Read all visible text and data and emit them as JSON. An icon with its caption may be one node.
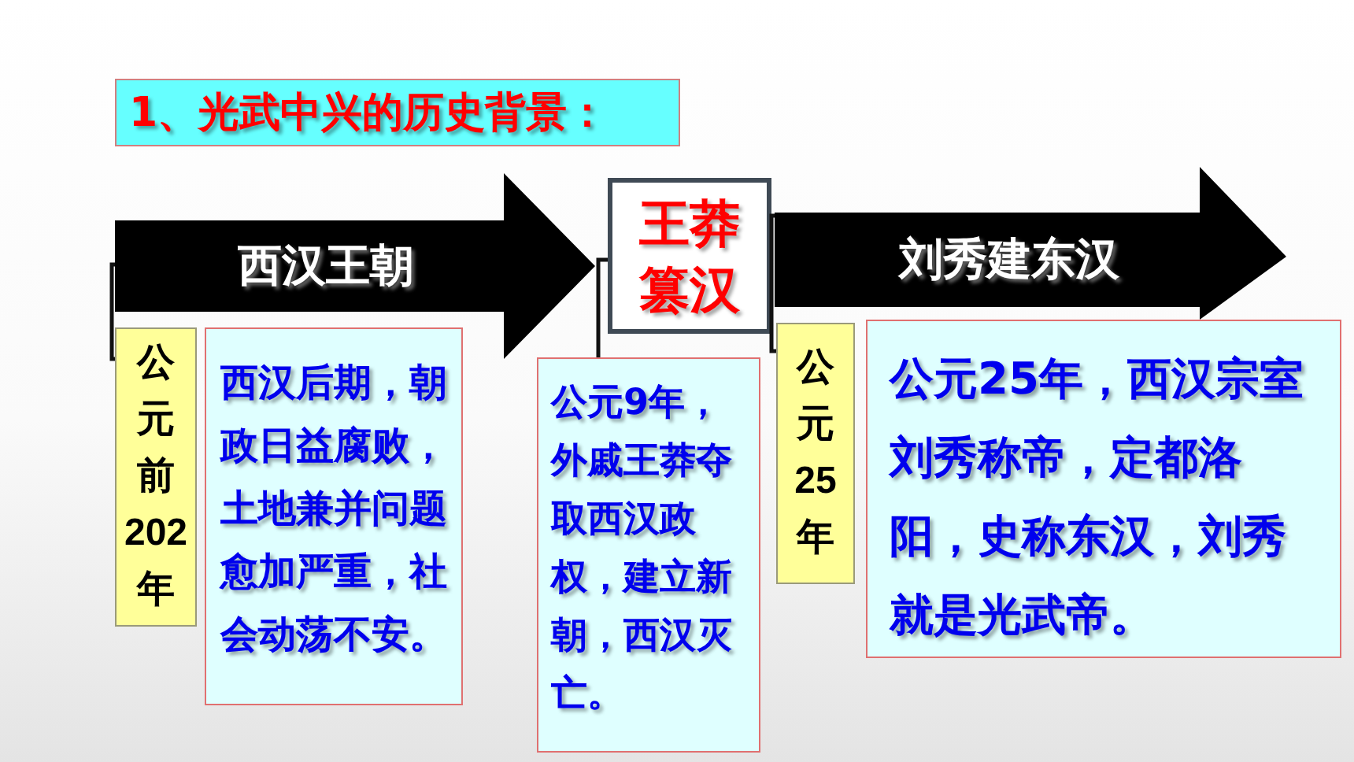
{
  "diagram": {
    "title": "1、光武中兴的历史背景：",
    "nodes": [
      {
        "text": [
          "西汉王朝"
        ]
      },
      {
        "text": [
          "王莽篡汉"
        ]
      },
      {
        "text": [
          "刘秀建东汉"
        ]
      },
      {
        "text": [
          "公元前202年"
        ]
      },
      {
        "text": [
          "西汉后期，朝政日益腐败，土地兼并问题愈加严重，社会动荡不安。"
        ]
      },
      {
        "text": [
          "公元9年，外戚王莽夺取西汉政权，建立新朝，西汉灭亡。"
        ]
      },
      {
        "text": [
          "公元25年"
        ]
      },
      {
        "text": [
          "公元25年，西汉宗室刘秀称帝，定都洛阳，史称东汉，刘秀就是光武帝。"
        ]
      }
    ],
    "edges": [
      {
        "from": 0,
        "to": 3,
        "arrow": "none"
      },
      {
        "from": 1,
        "to": 5,
        "arrow": "none"
      },
      {
        "from": 2,
        "to": 6,
        "arrow": "none"
      }
    ]
  }
}
